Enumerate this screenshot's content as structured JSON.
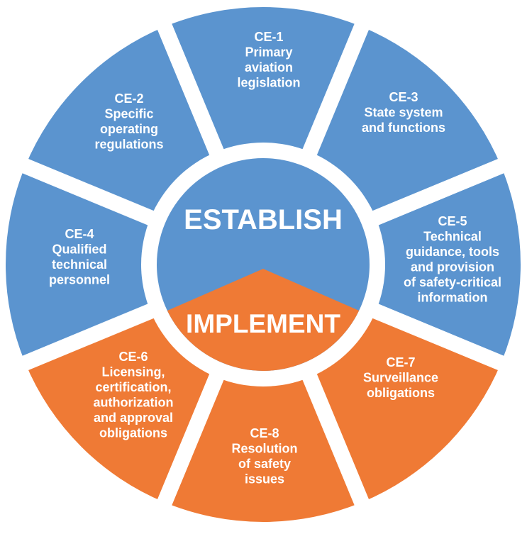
{
  "colors": {
    "establish": "#5b94cf",
    "implement": "#ef7a35",
    "gap": "#ffffff",
    "text": "#ffffff"
  },
  "center": {
    "top_label": "ESTABLISH",
    "bottom_label": "IMPLEMENT"
  },
  "segments": [
    {
      "id": "ce-1",
      "phase": "establish",
      "lines": [
        "CE-1",
        "Primary",
        "aviation",
        "legislation"
      ]
    },
    {
      "id": "ce-3",
      "phase": "establish",
      "lines": [
        "CE-3",
        "State system",
        "and functions"
      ]
    },
    {
      "id": "ce-5",
      "phase": "establish",
      "lines": [
        "CE-5",
        "Technical",
        "guidance, tools",
        "and provision",
        "of safety-critical",
        "information"
      ]
    },
    {
      "id": "ce-7",
      "phase": "implement",
      "lines": [
        "CE-7",
        "Surveillance",
        "obligations"
      ]
    },
    {
      "id": "ce-8",
      "phase": "implement",
      "lines": [
        "CE-8",
        "Resolution",
        "of safety",
        "issues"
      ]
    },
    {
      "id": "ce-6",
      "phase": "implement",
      "lines": [
        "CE-6",
        "Licensing,",
        "certification,",
        "authorization",
        "and approval",
        "obligations"
      ]
    },
    {
      "id": "ce-4",
      "phase": "establish",
      "lines": [
        "CE-4",
        "Qualified",
        "technical",
        "personnel"
      ]
    },
    {
      "id": "ce-2",
      "phase": "establish",
      "lines": [
        "CE-2",
        "Specific",
        "operating",
        "regulations"
      ]
    }
  ]
}
